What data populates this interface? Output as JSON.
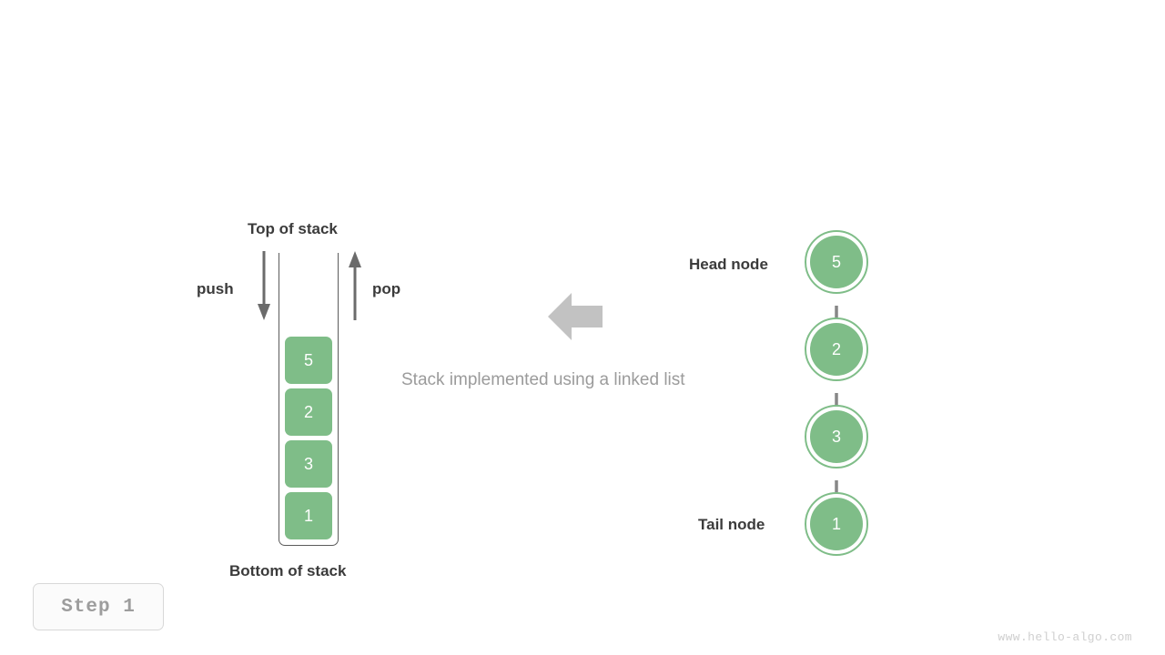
{
  "diagram": {
    "title_caption": "Stack implemented using a linked list",
    "step_label": "Step  1",
    "watermark": "www.hello-algo.com",
    "colors": {
      "node_green": "#7fbd88",
      "arrow_gray": "#6b6b6b",
      "block_arrow_gray": "#c2c2c2",
      "label_dark": "#3b3b3b",
      "caption_gray": "#9b9b9b",
      "badge_text": "#9d9d9d",
      "watermark_gray": "#cfcfcf"
    }
  },
  "stack": {
    "top_label": "Top of stack",
    "bottom_label": "Bottom of stack",
    "push_label": "push",
    "pop_label": "pop",
    "cells_top_to_bottom": [
      {
        "value": "5"
      },
      {
        "value": "2"
      },
      {
        "value": "3"
      },
      {
        "value": "1"
      }
    ]
  },
  "linked_list": {
    "head_label": "Head node",
    "tail_label": "Tail node",
    "nodes": [
      {
        "value": "5",
        "role": "head"
      },
      {
        "value": "2",
        "role": "middle"
      },
      {
        "value": "3",
        "role": "middle"
      },
      {
        "value": "1",
        "role": "tail"
      }
    ]
  },
  "chart_data": {
    "type": "diagram",
    "title": "Stack implemented using a linked list",
    "structures": [
      {
        "name": "stack",
        "orientation": "vertical",
        "top_to_bottom_values": [
          "5",
          "2",
          "3",
          "1"
        ],
        "annotations": [
          "Top of stack",
          "Bottom of stack",
          "push",
          "pop"
        ]
      },
      {
        "name": "linked-list",
        "orientation": "vertical",
        "head_to_tail_values": [
          "5",
          "2",
          "3",
          "1"
        ],
        "annotations": [
          "Head node",
          "Tail node"
        ]
      }
    ],
    "relation": "linked-list implements stack (arrow points left from linked list to stack)"
  }
}
